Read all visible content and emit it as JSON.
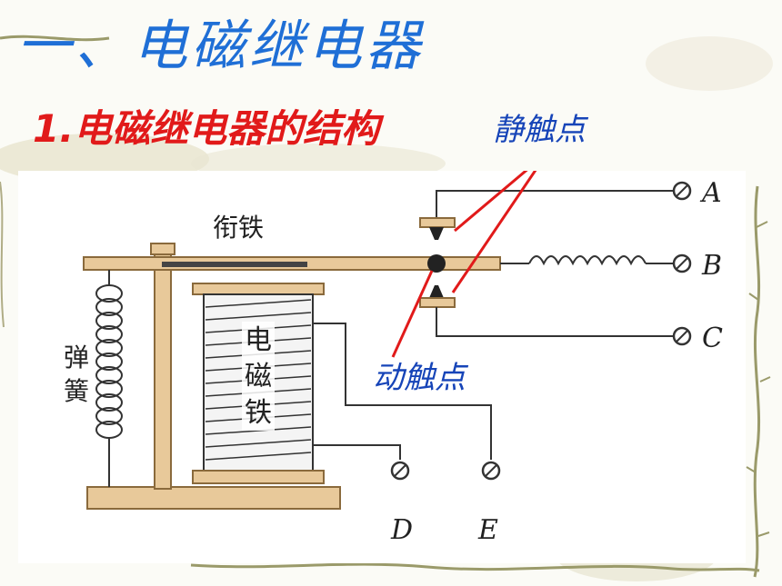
{
  "title": "一、电磁继电器",
  "subtitle": "1.电磁继电器的结构",
  "callouts": {
    "static_contact": "静触点",
    "moving_contact": "动触点"
  },
  "diagram": {
    "armature_label": "衔铁",
    "spring_label_line1": "弹",
    "spring_label_line2": "簧",
    "electromagnet_label_chars": [
      "电",
      "磁",
      "铁"
    ],
    "terminals": {
      "a": "A",
      "b": "B",
      "c": "C",
      "d": "D",
      "e": "E"
    }
  },
  "colors": {
    "title": "#1f6fd6",
    "subtitle": "#e11a1a",
    "callout_text": "#1644b8",
    "callout_line": "#e11a1a",
    "wood": "#e8c99a",
    "wood_edge": "#8a6a3c",
    "decor_frame": "#9a9a6a"
  }
}
